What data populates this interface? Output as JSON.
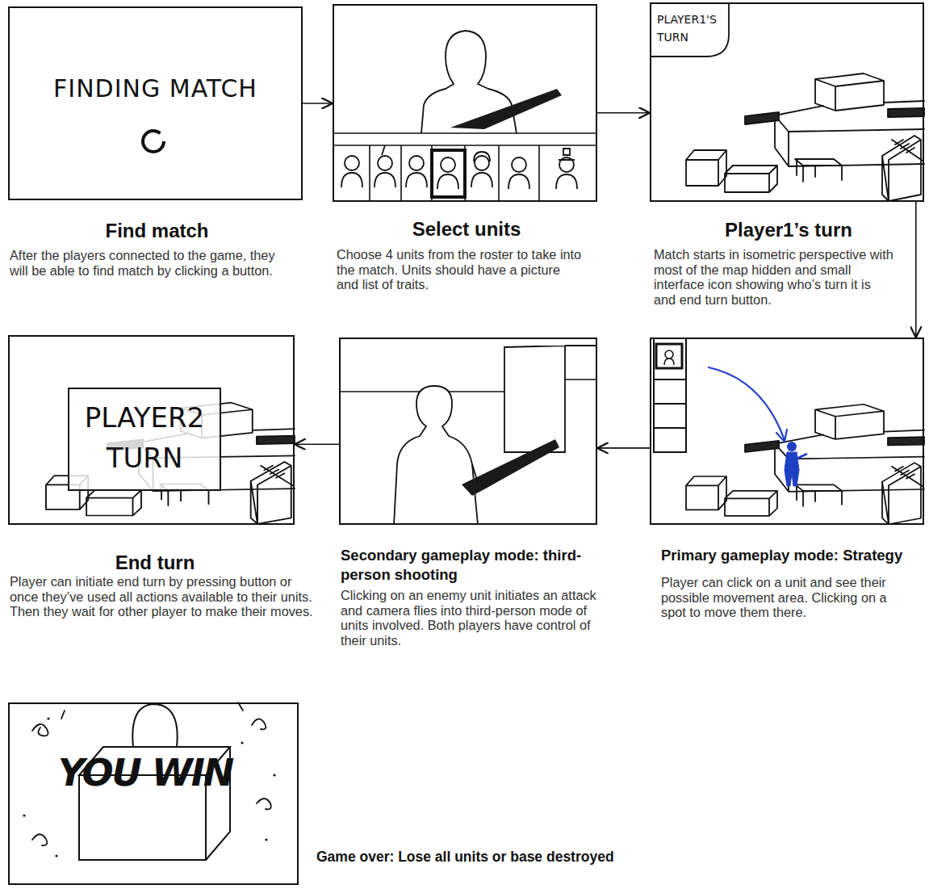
{
  "diagram": {
    "nodes": [
      {
        "text": [
          "FINDING MATCH",
          "Find match",
          "After the players connected to the game, they will be able to find match by clicking a button."
        ]
      },
      {
        "text": [
          "Select units",
          "Choose 4 units from the roster to take into the match. Units should have a picture and list of traits."
        ]
      },
      {
        "text": [
          "Player1’s turn",
          "Match starts in isometric perspective with most of the map hidden and small interface icon showing who’s turn it is and end turn button."
        ]
      },
      {
        "text": [
          "PLAYER1'S TURN"
        ],
        "in": 2
      },
      {
        "text": [
          "End turn",
          "Player can initiate end turn by pressing button or once they’ve used all actions available to their units. Then they wait for other player to make their moves."
        ]
      },
      {
        "text": [
          "PLAYER2 TURN"
        ],
        "in": 4
      },
      {
        "text": [
          "Secondary gameplay mode: third-person shooting",
          "Clicking on an enemy unit initiates an attack and camera flies into third-person mode of units involved. Both players have control of their units."
        ]
      },
      {
        "text": [
          "Primary gameplay mode: Strategy",
          "Player can click on a unit and see their possible movement area. Clicking on a spot to move them there."
        ]
      },
      {
        "text": [
          "YOU WIN",
          "Game over: Lose all units or base destroyed"
        ]
      }
    ],
    "edges": [
      {
        "from": 0,
        "to": 1,
        "arrow": "to"
      },
      {
        "from": 1,
        "to": 2,
        "arrow": "to"
      },
      {
        "from": 2,
        "to": 7,
        "arrow": "to"
      },
      {
        "from": 7,
        "to": 6,
        "arrow": "to"
      },
      {
        "from": 6,
        "to": 4,
        "arrow": "to"
      }
    ]
  }
}
